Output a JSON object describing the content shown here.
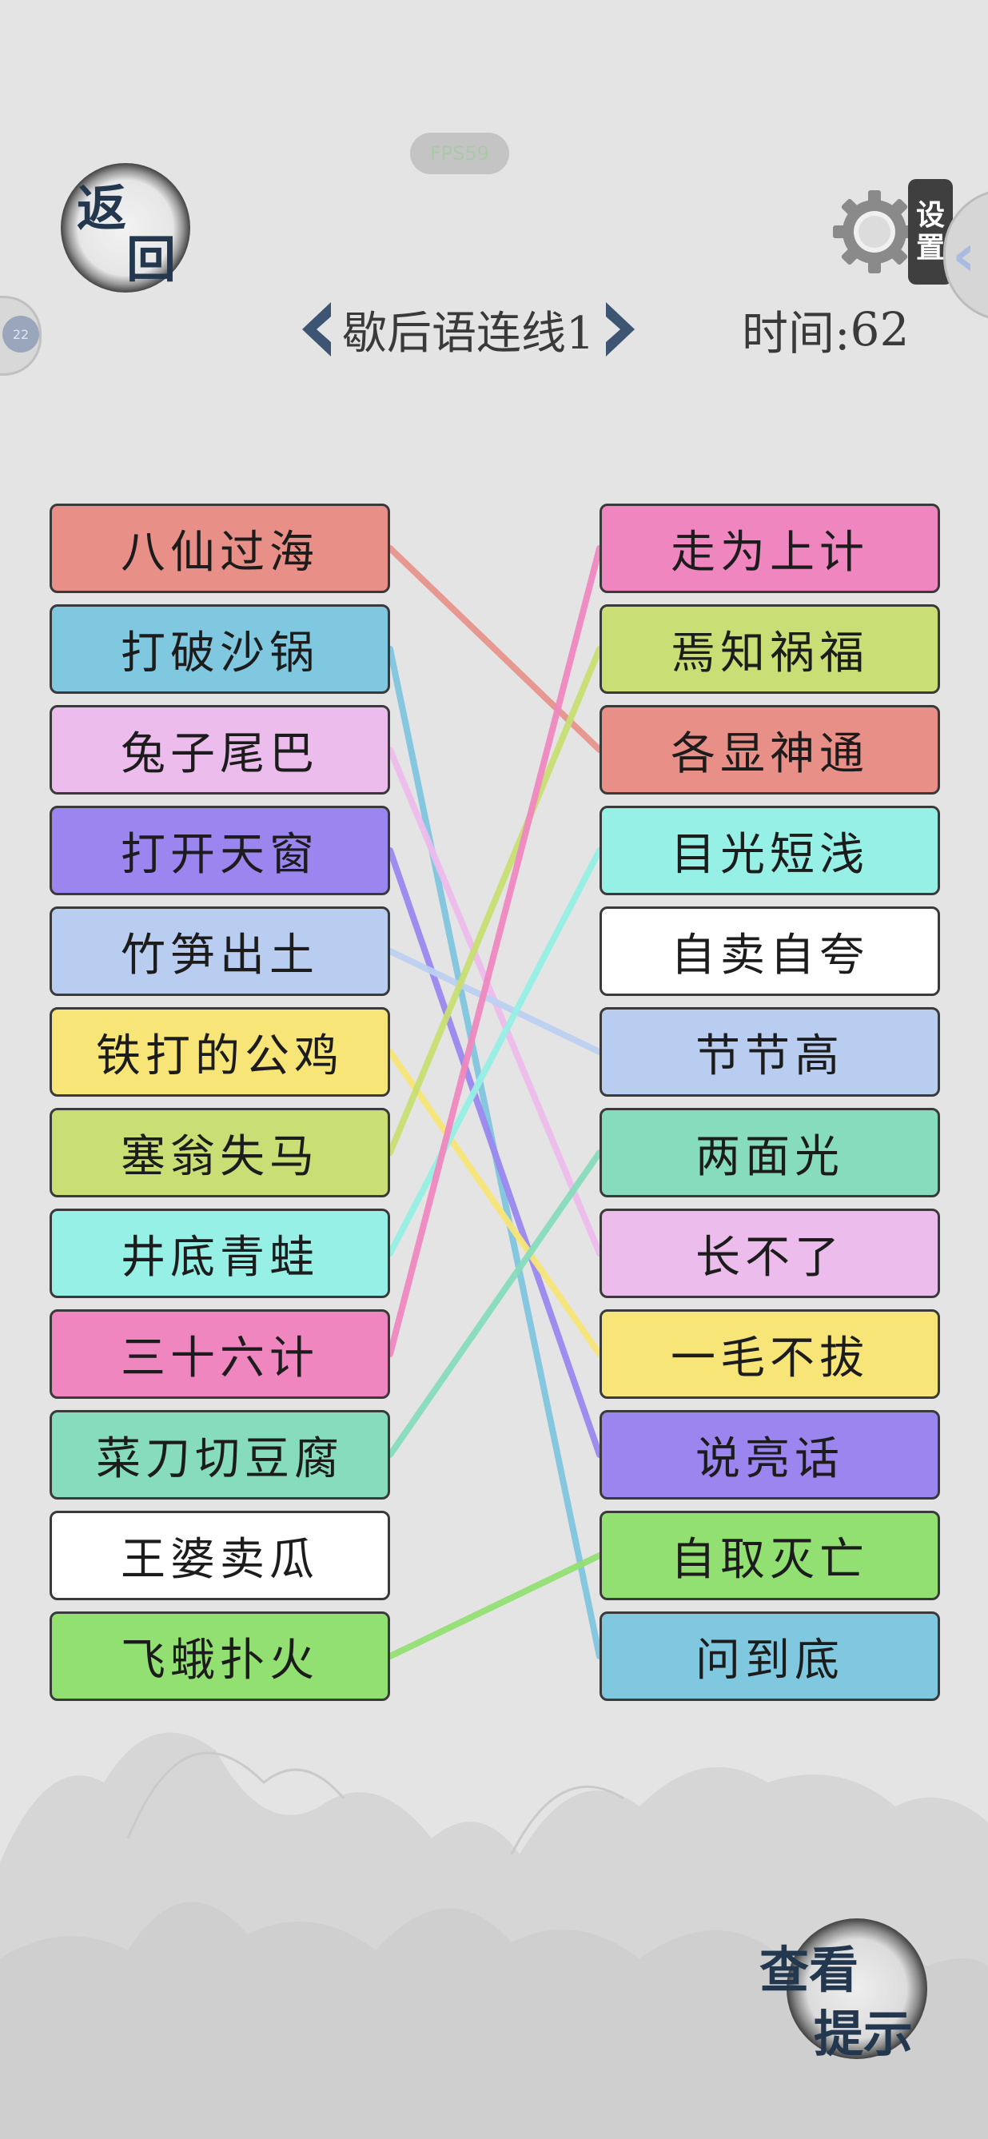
{
  "fps": "FPS59",
  "back_button": {
    "char1": "返",
    "char2": "回"
  },
  "side_tab_badge": "22",
  "settings": {
    "char1": "设",
    "char2": "置",
    "icon": "gear-icon"
  },
  "header": {
    "title": "歇后语连线1",
    "timer_label": "时间:",
    "timer_value": "62",
    "prev_icon": "chevron-left-icon",
    "next_icon": "chevron-right-icon"
  },
  "hint_button": {
    "line1": "查看",
    "line2": "提示"
  },
  "left_items": [
    {
      "text": "八仙过海",
      "color": "#e88f88",
      "line_color": "#e8948c"
    },
    {
      "text": "打破沙锅",
      "color": "#80c8e0",
      "line_color": "#7fc6df"
    },
    {
      "text": "兔子尾巴",
      "color": "#ecbdec",
      "line_color": "#eebced"
    },
    {
      "text": "打开天窗",
      "color": "#9b86f0",
      "line_color": "#9c88f0"
    },
    {
      "text": "竹笋出土",
      "color": "#b9cdf0",
      "line_color": "#bcd0f2"
    },
    {
      "text": "铁打的公鸡",
      "color": "#f7e578",
      "line_color": "#f7e678"
    },
    {
      "text": "塞翁失马",
      "color": "#c9de74",
      "line_color": "#c8df72"
    },
    {
      "text": "井底青蛙",
      "color": "#96f0e6",
      "line_color": "#97f0e6"
    },
    {
      "text": "三十六计",
      "color": "#f086c0",
      "line_color": "#f088c0"
    },
    {
      "text": "菜刀切豆腐",
      "color": "#86dcbc",
      "line_color": "#88ddbc"
    },
    {
      "text": "王婆卖瓜",
      "color": "#ffffff",
      "line_color": null
    },
    {
      "text": "飞蛾扑火",
      "color": "#92df72",
      "line_color": "#94e074"
    }
  ],
  "right_items": [
    {
      "text": "走为上计",
      "color": "#f086c0"
    },
    {
      "text": "焉知祸福",
      "color": "#c9de74"
    },
    {
      "text": "各显神通",
      "color": "#e88f88"
    },
    {
      "text": "目光短浅",
      "color": "#96f0e6"
    },
    {
      "text": "自卖自夸",
      "color": "#ffffff"
    },
    {
      "text": "节节高",
      "color": "#b9cdf0"
    },
    {
      "text": "两面光",
      "color": "#86dcbc"
    },
    {
      "text": "长不了",
      "color": "#ecbdec"
    },
    {
      "text": "一毛不拔",
      "color": "#f7e578"
    },
    {
      "text": "说亮话",
      "color": "#9b86f0"
    },
    {
      "text": "自取灭亡",
      "color": "#92df72"
    },
    {
      "text": "问到底",
      "color": "#80c8e0"
    }
  ],
  "connections": [
    [
      0,
      2
    ],
    [
      1,
      11
    ],
    [
      2,
      7
    ],
    [
      3,
      9
    ],
    [
      4,
      5
    ],
    [
      5,
      8
    ],
    [
      6,
      1
    ],
    [
      7,
      3
    ],
    [
      8,
      0
    ],
    [
      9,
      6
    ],
    [
      11,
      10
    ]
  ]
}
